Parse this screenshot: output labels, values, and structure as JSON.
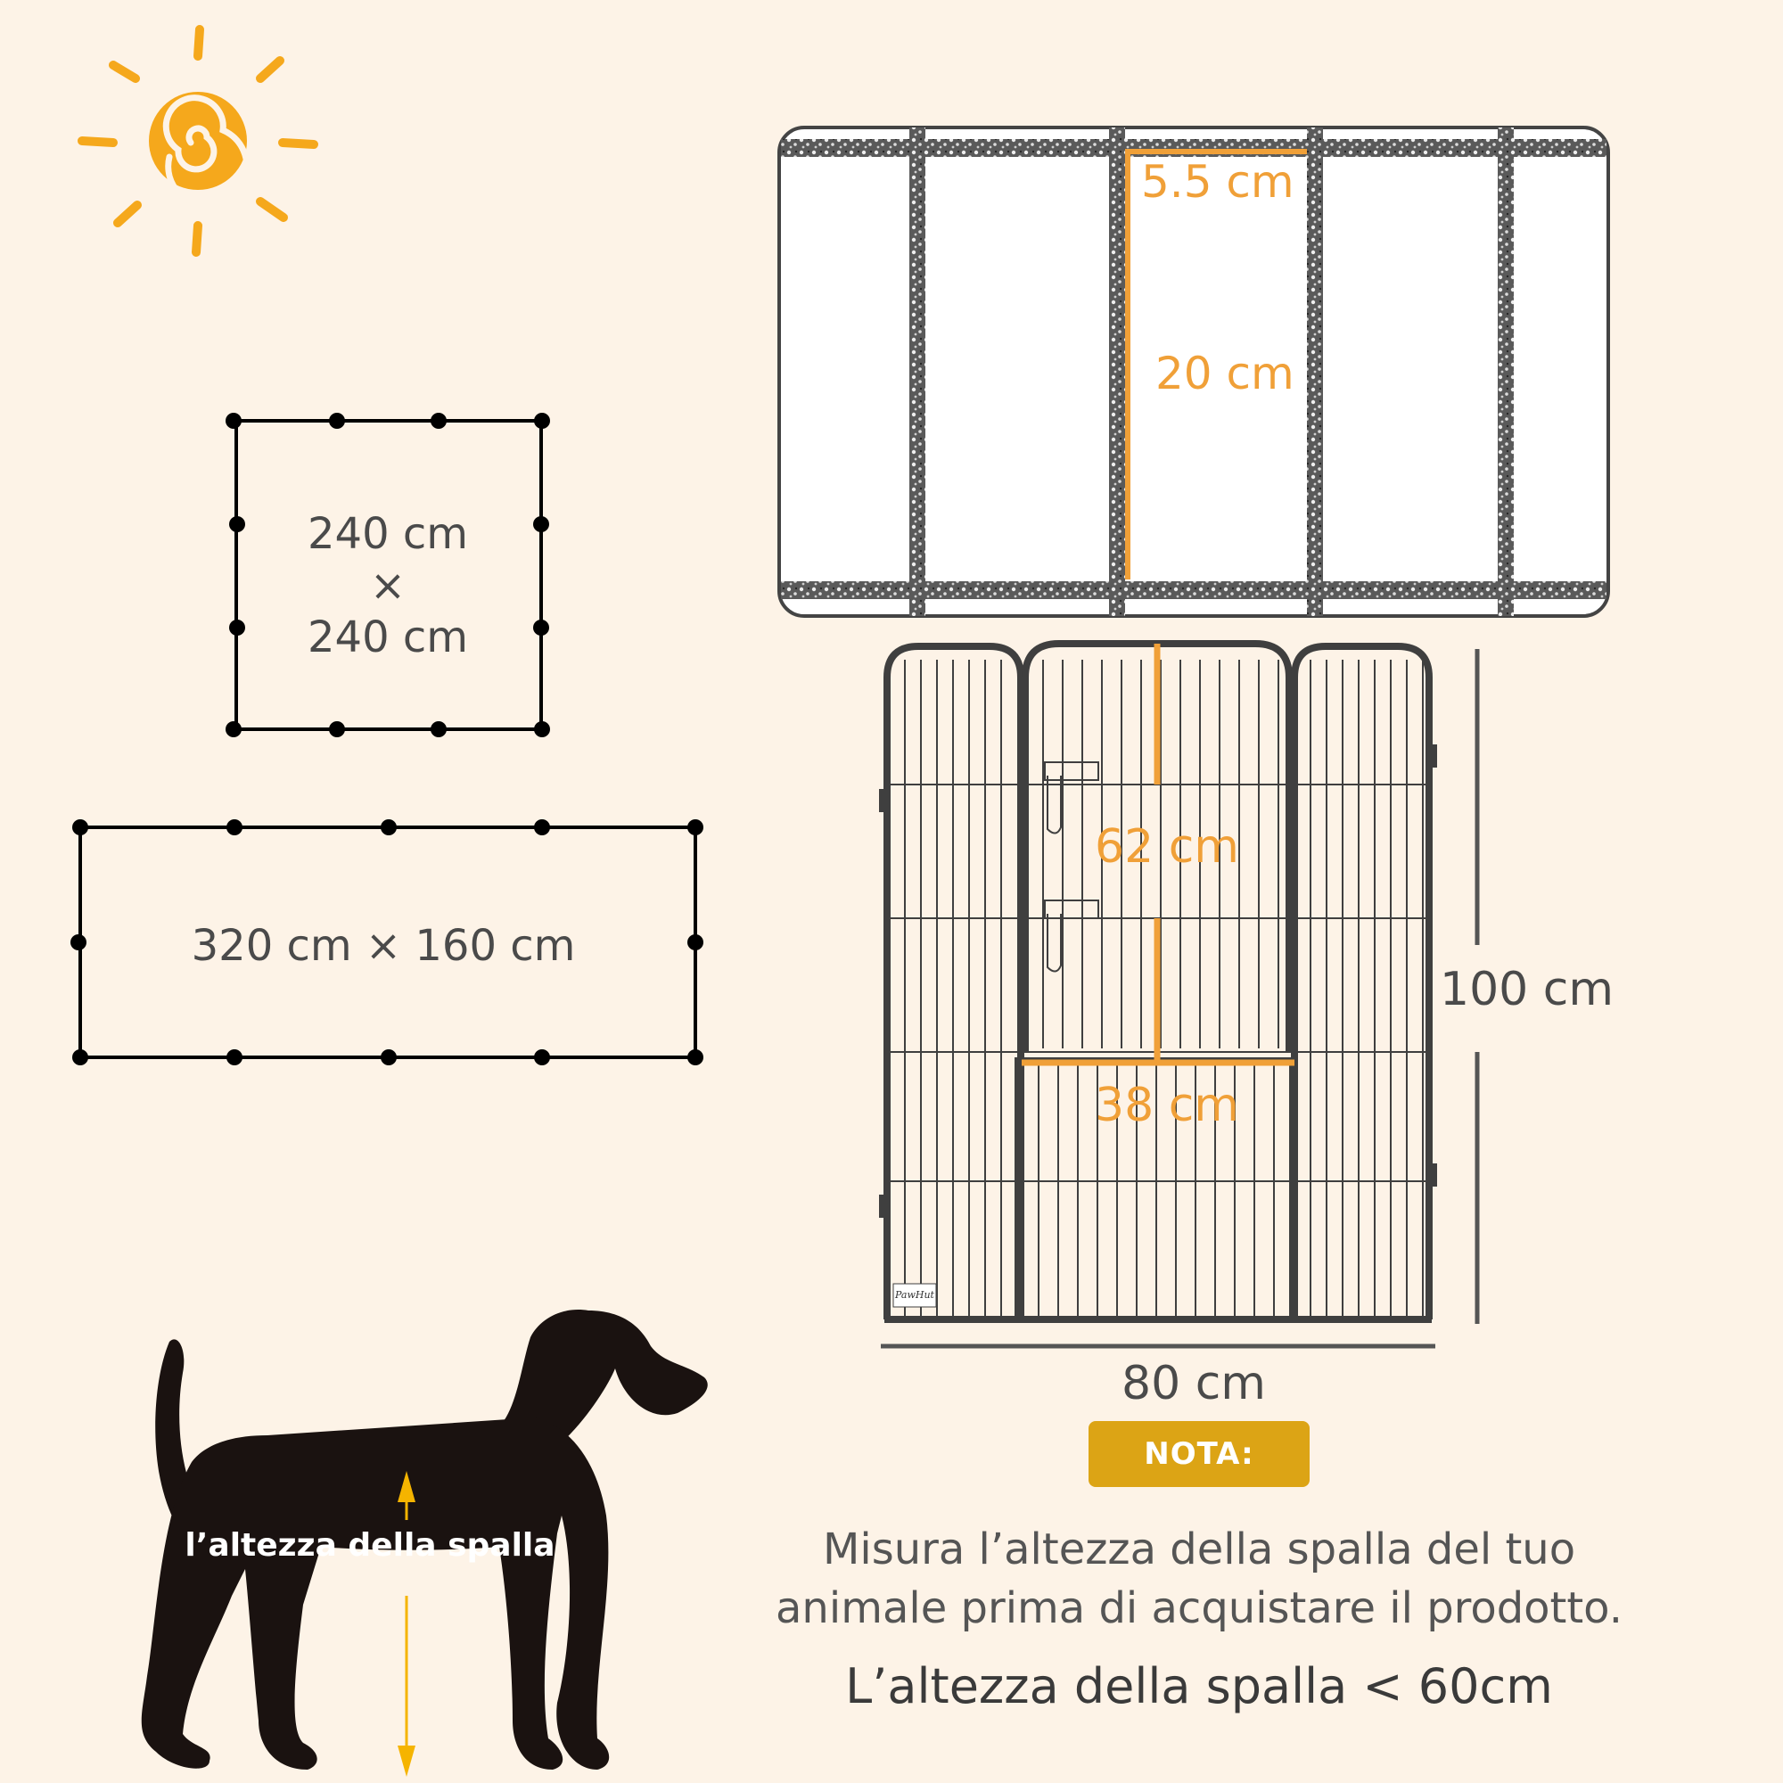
{
  "layouts": {
    "square": {
      "line1": "240 cm",
      "line2": "×",
      "line3": "240 cm"
    },
    "rectangle": {
      "label": "320 cm × 160 cm"
    }
  },
  "detail": {
    "gap_width": "5.5 cm",
    "gap_height": "20 cm"
  },
  "panel": {
    "door_height": "62 cm",
    "door_width": "38 cm",
    "total_height": "100 cm",
    "total_width": "80 cm",
    "brand_mark": "PawHut"
  },
  "dog": {
    "label": "l’altezza della spalla"
  },
  "note": {
    "badge": "NOTA:",
    "text_line1": "Misura l’altezza della spalla del tuo",
    "text_line2": "animale prima di acquistare il prodotto.",
    "requirement": "L’altezza della spalla < 60cm"
  },
  "colors": {
    "background": "#fdf3e7",
    "accent_orange": "#f0a038",
    "sun": "#f5a81c",
    "badge": "#dca415",
    "metal": "#3f3f3f"
  },
  "icons": [
    "sun-icon",
    "dog-silhouette-icon"
  ]
}
